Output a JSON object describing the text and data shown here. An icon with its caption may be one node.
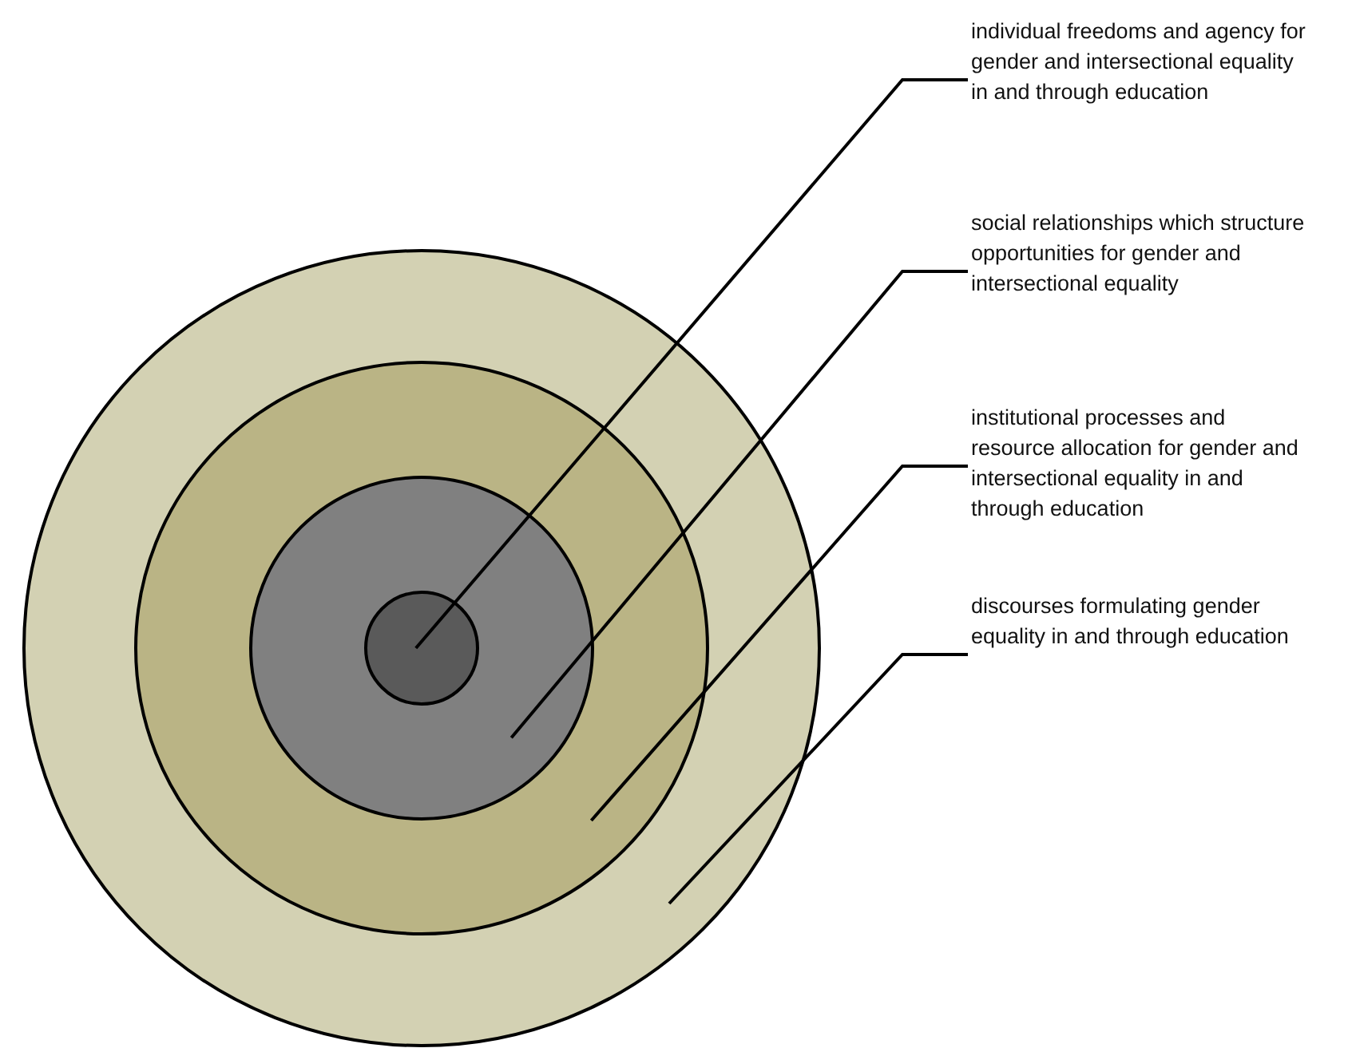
{
  "diagram": {
    "nodes": [
      {
        "text": [],
        "shape": "circle"
      },
      {
        "text": [],
        "shape": "circle",
        "in": 0
      },
      {
        "text": [],
        "shape": "circle",
        "in": 1
      },
      {
        "text": [],
        "shape": "circle",
        "in": 2
      },
      {
        "text": [
          "individual freedoms and agency for gender and intersectional equality in and through education"
        ]
      },
      {
        "text": [
          "social relationships which structure opportunities for gender and intersectional equality"
        ]
      },
      {
        "text": [
          "institutional processes and resource allocation for gender and intersectional equality in and through education"
        ]
      },
      {
        "text": [
          "discourses formulating gender equality in and through education"
        ]
      }
    ],
    "edges": [
      {
        "from": 4,
        "to": 3,
        "arrow": "none"
      },
      {
        "from": 5,
        "to": 2,
        "arrow": "none"
      },
      {
        "from": 6,
        "to": 1,
        "arrow": "none"
      },
      {
        "from": 7,
        "to": 0,
        "arrow": "none"
      }
    ]
  }
}
